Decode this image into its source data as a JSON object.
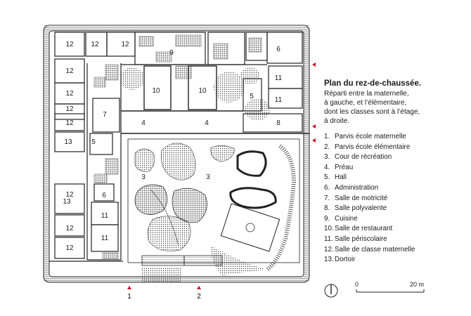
{
  "plan": {
    "rooms": [
      {
        "label": "12"
      },
      {
        "label": "12"
      },
      {
        "label": "12"
      },
      {
        "label": "12"
      },
      {
        "label": "12"
      },
      {
        "label": "12"
      },
      {
        "label": "12"
      },
      {
        "label": "12"
      },
      {
        "label": "12"
      },
      {
        "label": "12"
      },
      {
        "label": "13"
      },
      {
        "label": "13"
      },
      {
        "label": "7"
      },
      {
        "label": "5"
      },
      {
        "label": "6"
      },
      {
        "label": "11"
      },
      {
        "label": "11"
      },
      {
        "label": "9"
      },
      {
        "label": "10"
      },
      {
        "label": "10"
      },
      {
        "label": "4"
      },
      {
        "label": "4"
      },
      {
        "label": "5"
      },
      {
        "label": "8"
      },
      {
        "label": "11"
      },
      {
        "label": "11"
      },
      {
        "label": "6"
      },
      {
        "label": "3"
      },
      {
        "label": "3"
      }
    ],
    "entries": [
      {
        "label": "1"
      },
      {
        "label": "2"
      }
    ]
  },
  "legend": {
    "title": "Plan du rez-de-chaussée.",
    "intro_lines": [
      "Réparti entre la maternelle,",
      "à gauche, et l’élémentaire,",
      "dont les classes sont à l’étage,",
      "à droite."
    ],
    "items": [
      {
        "num": "1.",
        "label": "Parvis école maternelle"
      },
      {
        "num": "2.",
        "label": "Parvis école élémentaire"
      },
      {
        "num": "3.",
        "label": "Cour de récréation"
      },
      {
        "num": "4.",
        "label": "Préau"
      },
      {
        "num": "5.",
        "label": "Hall"
      },
      {
        "num": "6.",
        "label": "Administration"
      },
      {
        "num": "7.",
        "label": "Salle de motricité"
      },
      {
        "num": "8.",
        "label": "Salle polyvalente"
      },
      {
        "num": "9.",
        "label": "Cuisine"
      },
      {
        "num": "10.",
        "label": "Salle de restaurant"
      },
      {
        "num": "11.",
        "label": "Salle périscolaire"
      },
      {
        "num": "12.",
        "label": "Salle de classe maternelle"
      },
      {
        "num": "13.",
        "label": "Dortoir"
      }
    ]
  },
  "scale": {
    "start": "0",
    "end": "20 m"
  },
  "colors": {
    "line": "#1a1a1a",
    "accent": "#c8102e",
    "grey": "#9a9a9a",
    "light": "#d8d8d8"
  }
}
